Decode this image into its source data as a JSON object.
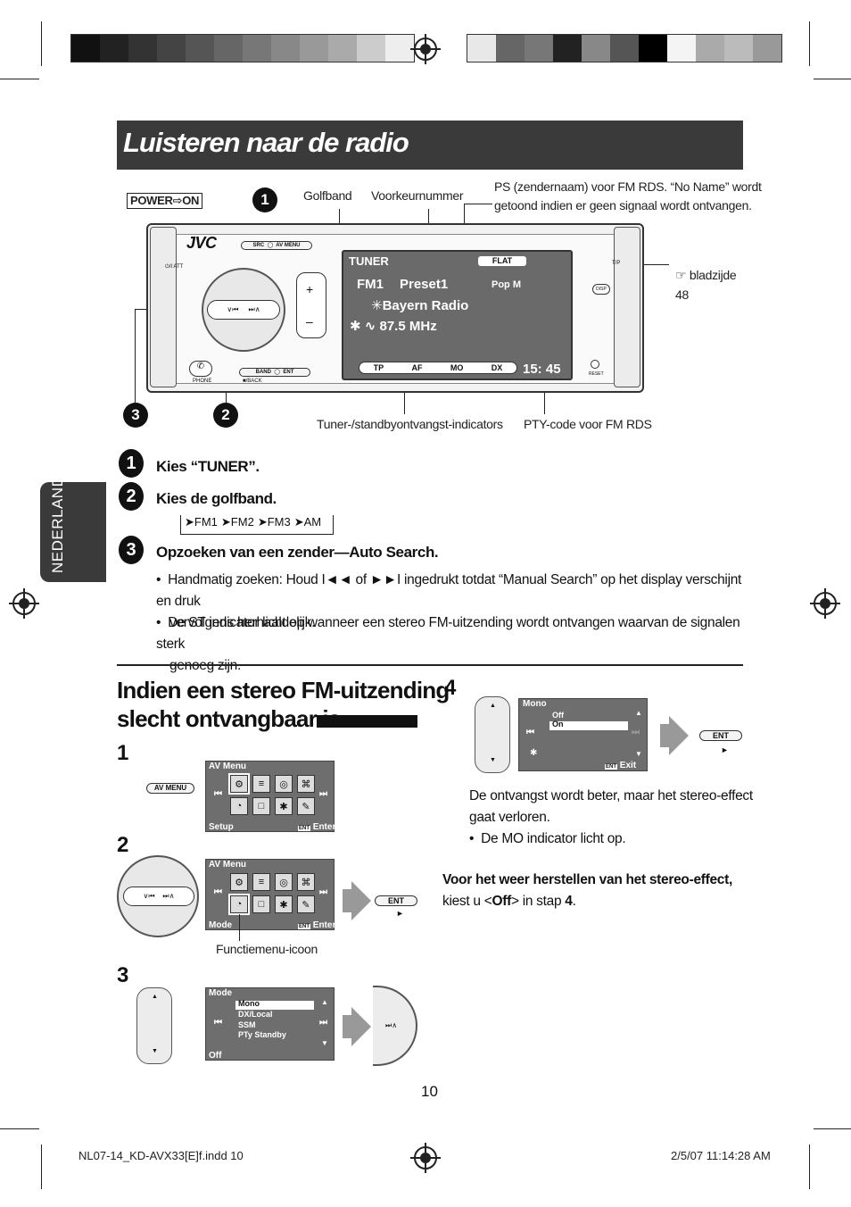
{
  "page_title": "Luisteren naar de radio",
  "side_tab": "NEDERLANDS",
  "calibration_left": [
    "#111111",
    "#222222",
    "#333333",
    "#444444",
    "#555555",
    "#666666",
    "#777777",
    "#888888",
    "#999999",
    "#aaaaaa",
    "#cccccc",
    "#eeeeee"
  ],
  "calibration_right": [
    "#e8e8e8",
    "#666666",
    "#777777",
    "#222222",
    "#888888",
    "#555555",
    "#000000",
    "#f4f4f4",
    "#aaaaaa",
    "#bbbbbb",
    "#999999"
  ],
  "callouts": {
    "power": "POWER⇨ON",
    "golfband": "Golfband",
    "voorkeurnummer": "Voorkeurnummer",
    "ps_line1": "PS (zendernaam) voor FM RDS. “No Name” wordt",
    "ps_line2": "getoond indien er geen signaal wordt ontvangen.",
    "bladzijde_line1": "☞ bladzijde",
    "bladzijde_line2": "48",
    "tuner_indicators": "Tuner-/standbyontvangst-indicators",
    "pty_code": "PTY-code voor FM RDS"
  },
  "device": {
    "brand": "JVC",
    "src_label": "SRC",
    "avmenu_label": "AV MENU",
    "att_label": "⏻/I ATT",
    "phone_label": "PHONE",
    "band_label": "BAND",
    "ent_label": "ENT",
    "back_label": "■/BACK",
    "disp_label": "DISP",
    "reset_label": "RESET",
    "tp_label": "T/P",
    "plus": "+",
    "minus": "–",
    "screen": {
      "source": "TUNER",
      "eq": "FLAT",
      "band": "FM1",
      "preset": "Preset1",
      "station": "Bayern Radio",
      "freq": "87.5 MHz",
      "pty": "Pop M",
      "time": "15: 45",
      "indicators": [
        "TP",
        "AF",
        "MO",
        "DX"
      ]
    }
  },
  "steps_top": [
    {
      "num": "1",
      "text": "Kies “TUNER”."
    },
    {
      "num": "2",
      "text": "Kies de golfband."
    },
    {
      "num": "3",
      "text": "Opzoeken van een zender—Auto Search."
    }
  ],
  "band_sequence": [
    "FM1",
    "FM2",
    "FM3",
    "AM"
  ],
  "bullets": [
    {
      "line1": "Handmatig zoeken: Houd I◄◄ of ►►I ingedrukt totdat “Manual Search” op het display verschijnt en druk",
      "line2": "vervolgens herhaaldelijk."
    },
    {
      "line1": "De ST indicator licht op wanneer een stereo FM-uitzending wordt ontvangen waarvan de signalen sterk",
      "line2": "genoeg zijn."
    }
  ],
  "section2": {
    "heading_line1": "Indien een stereo FM-uitzending",
    "heading_line2": "slecht ontvangbaar is",
    "step_labels": [
      "1",
      "2",
      "3",
      "4"
    ],
    "av_menu_button": "AV MENU",
    "menu1": {
      "title": "AV Menu",
      "footer_left": "Setup",
      "footer_right": "Enter"
    },
    "menu2": {
      "title": "AV Menu",
      "footer_left": "Mode",
      "footer_right": "Enter"
    },
    "functiemenu": "Functiemenu-icoon",
    "ent_button": "ENT",
    "mode_menu": {
      "title": "Mode",
      "items": [
        "Mono",
        "DX/Local",
        "SSM",
        "PTy Standby"
      ],
      "footer": "Off"
    },
    "mono_menu": {
      "title": "Mono",
      "items": [
        "Off",
        "On"
      ],
      "footer": "Exit"
    },
    "result_line1": "De ontvangst wordt beter, maar het stereo-effect",
    "result_line2": "gaat verloren.",
    "result_bullet": "De MO indicator licht op.",
    "restore_bold": "Voor het weer herstellen van het stereo-effect,",
    "restore_pre": "kiest u <",
    "restore_off": "Off",
    "restore_mid": "> in stap ",
    "restore_step": "4",
    "restore_end": "."
  },
  "page_number": "10",
  "footer": {
    "file": "NL07-14_KD-AVX33[E]f.indd   10",
    "date": "2/5/07   11:14:28 AM"
  }
}
